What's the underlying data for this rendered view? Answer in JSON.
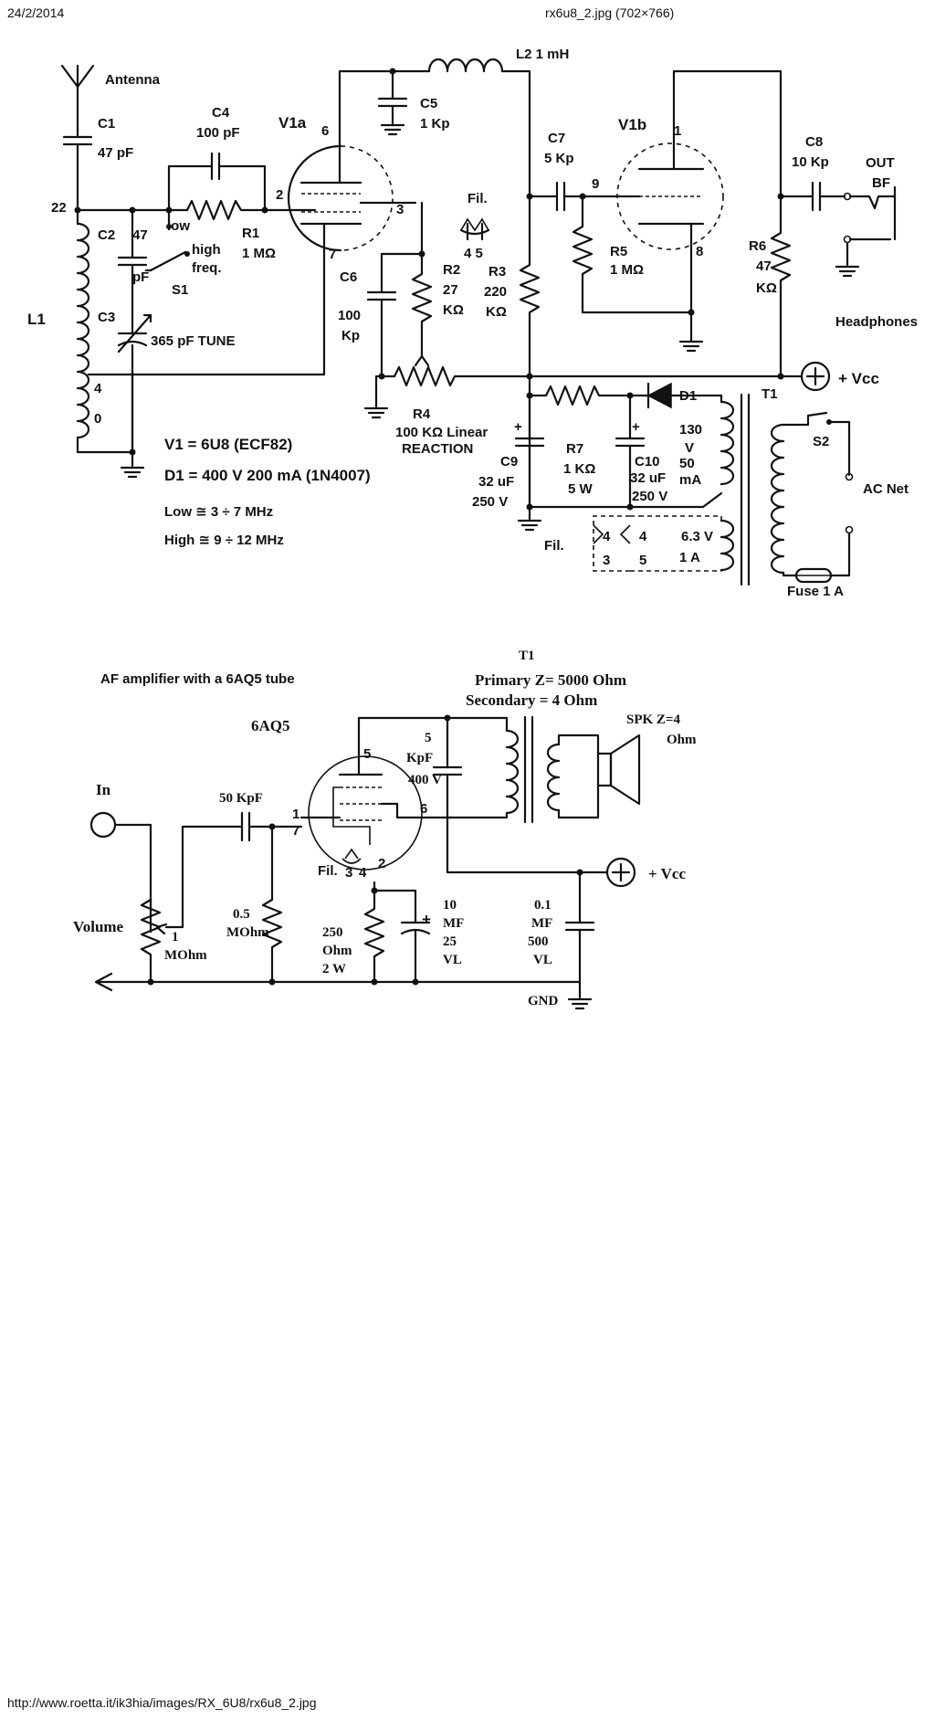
{
  "header": {
    "date": "24/2/2014",
    "file": "rx6u8_2.jpg (702×766)",
    "url": "http://www.roetta.it/ik3hia/images/RX_6U8/rx6u8_2.jpg"
  },
  "receiver": {
    "antenna": "Antenna",
    "c1": "C1",
    "c1_val": "47 pF",
    "c4": "C4",
    "c4_val": "100 pF",
    "v1a": "V1a",
    "c5": "C5",
    "c5_val": "1 Kp",
    "l2": "L2 1 mH",
    "c7": "C7",
    "c7_val": "5 Kp",
    "v1b": "V1b",
    "c8": "C8",
    "c8_val": "10 Kp",
    "out": "OUT",
    "bf": "BF",
    "node22": "22",
    "c2": "C2",
    "c2_val": "47",
    "c2_unit": "pF",
    "low": "low",
    "high": "high",
    "freq": "freq.",
    "r1": "R1",
    "r1_val": "1 MΩ",
    "s1": "S1",
    "fil": "Fil.",
    "fil_pins": "4 5",
    "r5": "R5",
    "r5_val": "1 MΩ",
    "r6": "R6",
    "r6_val": "47",
    "r6_unit": "KΩ",
    "headphones": "Headphones",
    "l1": "L1",
    "c3": "C3",
    "c3_val": "365 pF  TUNE",
    "c6": "C6",
    "c6_val": "100",
    "c6_unit": "Kp",
    "r2": "R2",
    "r2_val": "27",
    "r2_unit": "KΩ",
    "r3": "R3",
    "r3_val": "220",
    "r3_unit": "KΩ",
    "r4": "R4",
    "r4_val": "100 KΩ Linear",
    "reaction": "REACTION",
    "vcc": "+ Vcc",
    "d1": "D1",
    "t1": "T1",
    "r7": "R7",
    "r7_val": "1 KΩ",
    "r7_power": "5 W",
    "c9": "C9",
    "c9_val": "32 uF",
    "c9_volt": "250 V",
    "c10": "C10",
    "c10_val": "32 uF",
    "c10_volt": "250 V",
    "sec_130": "130",
    "sec_v": "V",
    "sec_50": "50",
    "sec_ma": "mA",
    "sec_63": "6.3 V",
    "sec_1a": "1 A",
    "s2": "S2",
    "ac_net": "AC  Net",
    "fuse": "Fuse 1 A",
    "pin4": "4",
    "pin0": "0",
    "pin6": "6",
    "pin2": "2",
    "pin3": "3",
    "pin7": "7",
    "pin1": "1",
    "pin9": "9",
    "pin8": "8",
    "note_v1": "V1 = 6U8 (ECF82)",
    "note_d1": "D1 = 400 V 200 mA (1N4007)",
    "note_low": "Low ≅ 3 ÷ 7 MHz",
    "note_high": "High ≅ 9 ÷ 12 MHz"
  },
  "amplifier": {
    "title": "AF amplifier with a 6AQ5 tube",
    "t1": "T1",
    "primary": "Primary  Z= 5000 Ohm",
    "secondary": "Secondary = 4 Ohm",
    "spk": "SPK  Z=4",
    "spk_unit": "Ohm",
    "tube": "6AQ5",
    "c_plate_1": "5",
    "c_plate_2": "KpF",
    "c_plate_3": "400 V",
    "input": "In",
    "c_in": "50 KpF",
    "volume": "Volume",
    "vol_1": "1",
    "vol_2": "MOhm",
    "rg_1": "0.5",
    "rg_2": "MOhm",
    "rk_1": "250",
    "rk_2": "Ohm",
    "rk_3": "2 W",
    "ck_1": "10",
    "ck_2": "MF",
    "ck_3": "25",
    "ck_4": "VL",
    "cb_1": "0.1",
    "cb_2": "MF",
    "cb_3": "500",
    "cb_4": "VL",
    "fil": "Fil.",
    "pin5": "5",
    "pin1": "1",
    "pin7": "7",
    "pin6": "6",
    "pin3": "3",
    "pin4": "4",
    "pin2": "2",
    "vcc": "+ Vcc",
    "gnd": "GND"
  }
}
